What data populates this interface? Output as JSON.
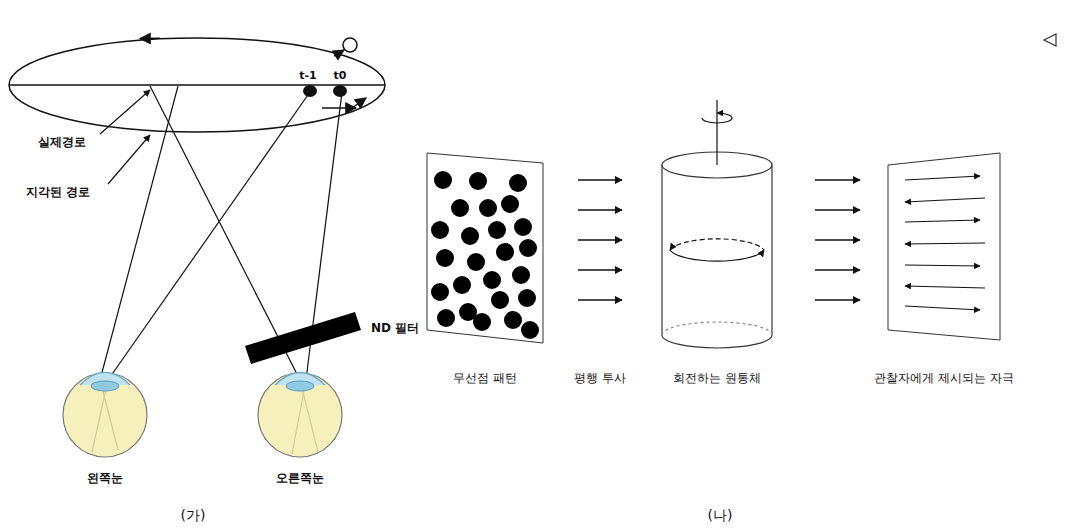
{
  "diagram": {
    "labels": [
      "실제경로",
      "지각된 경로",
      "t-1",
      "t0",
      "ND 필터",
      "왼쪽눈",
      "오른쪽눈",
      "(가)",
      "무선점 패턴",
      "평행 투사",
      "회전하는 원통체",
      "관찰자에게 제시되는 자극",
      "(나)"
    ]
  }
}
